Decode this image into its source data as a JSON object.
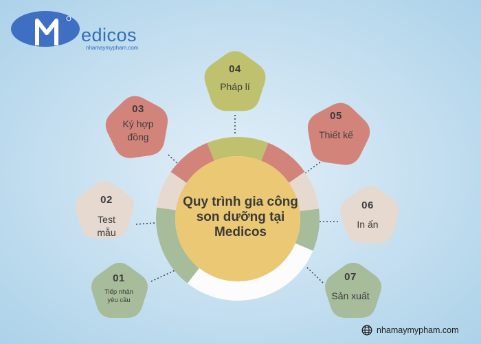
{
  "brand": {
    "name": "Medicos",
    "logo_text": "edicos",
    "logo_subtext": "nhamaymypham.com",
    "website": "nhamaymypham.com",
    "icons": {
      "footer": "globe-icon"
    },
    "colors": {
      "primary": "#3f6fc3",
      "text": "#2f6fb8"
    }
  },
  "center": {
    "title_lines": [
      "Quy trình gia công",
      "son dưỡng tại",
      "Medicos"
    ],
    "color": "#ebc874"
  },
  "steps": [
    {
      "number": "01",
      "label_lines": [
        "Tiếp nhận",
        "yêu cầu"
      ],
      "color": "#a6bc9a"
    },
    {
      "number": "02",
      "label_lines": [
        "Test",
        "mẫu"
      ],
      "color": "#e5d9d0"
    },
    {
      "number": "03",
      "label_lines": [
        "Ký hợp",
        "đồng"
      ],
      "color": "#d2847a"
    },
    {
      "number": "04",
      "label_lines": [
        "Pháp lí"
      ],
      "color": "#c0c16f"
    },
    {
      "number": "05",
      "label_lines": [
        "Thiết kế"
      ],
      "color": "#d2847a"
    },
    {
      "number": "06",
      "label_lines": [
        "In ấn"
      ],
      "color": "#e5d9d0"
    },
    {
      "number": "07",
      "label_lines": [
        "Sản xuất"
      ],
      "color": "#a6bc9a"
    }
  ]
}
